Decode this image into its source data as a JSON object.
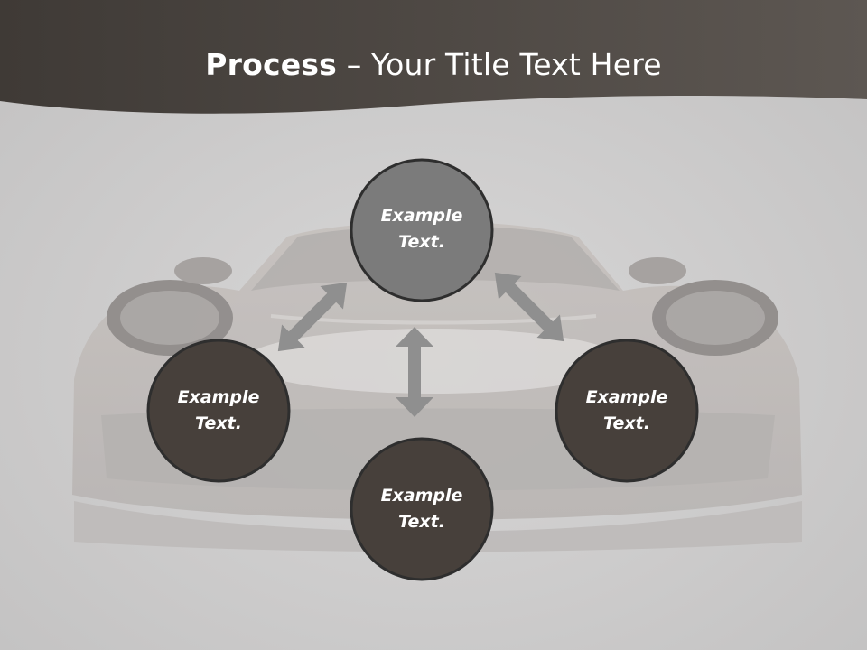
{
  "slide": {
    "title_bold": "Process",
    "title_rest": " – Your Title Text Here"
  },
  "nodes": [
    {
      "id": "top",
      "line1": "Example",
      "line2": "Text."
    },
    {
      "id": "left",
      "line1": "Example",
      "line2": "Text."
    },
    {
      "id": "right",
      "line1": "Example",
      "line2": "Text."
    },
    {
      "id": "bottom",
      "line1": "Example",
      "line2": "Text."
    }
  ],
  "colors": {
    "header": "#4a4440",
    "background": "#c9c8c8",
    "node_top": "#7b7b7b",
    "node_dark": "#47403b",
    "node_border": "#2e2e2e",
    "arrow": "#8f8f8f"
  },
  "icons": {
    "arrow_style": "double-headed-block-arrow",
    "background_image": "sports-car-front-view"
  }
}
